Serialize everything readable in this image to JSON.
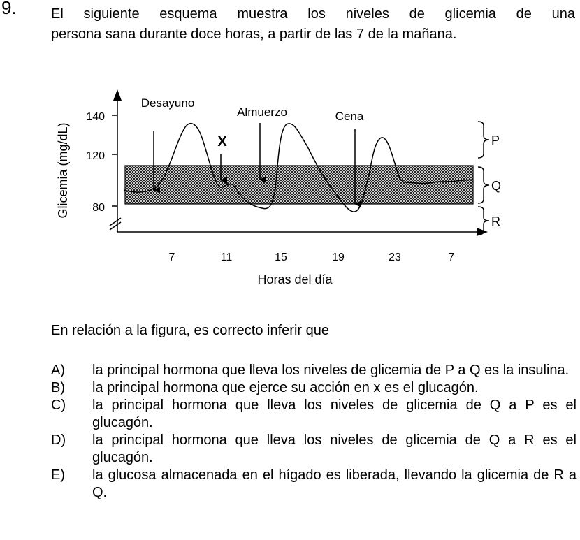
{
  "question": {
    "number": "9.",
    "stem_lines": [
      "El siguiente esquema muestra los niveles de glicemia de una",
      "persona sana durante doce horas, a partir de las 7 de la mañana."
    ],
    "prompt": "En relación a la figura, es correcto inferir que",
    "options": [
      {
        "letter": "A)",
        "text": "la principal hormona que lleva los niveles de glicemia de P a Q es la insulina."
      },
      {
        "letter": "B)",
        "text": "la principal hormona que ejerce su acción en x es el glucagón."
      },
      {
        "letter": "C)",
        "text": "la principal hormona que lleva los niveles de glicemia de Q a P es el glucagón."
      },
      {
        "letter": "D)",
        "text": "la principal hormona que lleva los niveles de glicemia de Q a R es el glucagón."
      },
      {
        "letter": "E)",
        "text": "la glucosa almacenada en el hígado es liberada, llevando la glicemia de R a Q."
      }
    ]
  },
  "chart_data": {
    "type": "line",
    "xlabel": "Horas del día",
    "ylabel": "Glicemia (mg/dL)",
    "x_ticks": [
      "7",
      "11",
      "15",
      "19",
      "23",
      "7"
    ],
    "y_ticks": [
      "80",
      "120",
      "140"
    ],
    "annotations": [
      "Desayuno",
      "X",
      "Almuerzo",
      "Cena"
    ],
    "zones": [
      "P",
      "Q",
      "R"
    ],
    "shaded_band": {
      "label": "Q",
      "from": 80,
      "to": 110
    }
  }
}
